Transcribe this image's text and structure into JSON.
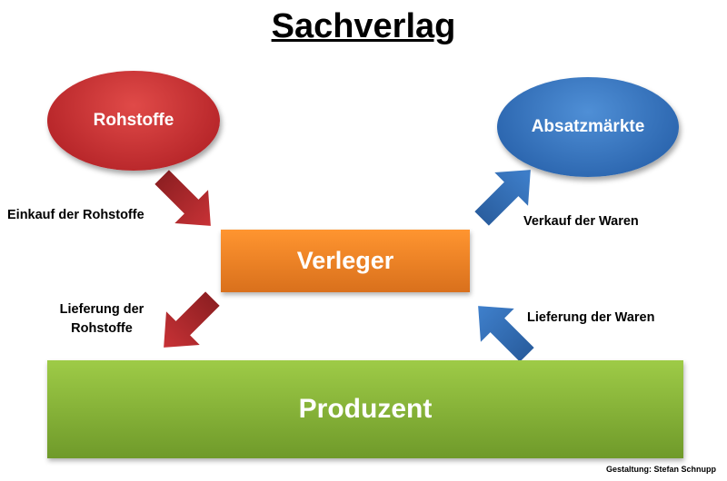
{
  "title": "Sachverlag",
  "nodes": {
    "rohstoffe": "Rohstoffe",
    "absatzmaerkte": "Absatzmärkte",
    "verleger": "Verleger",
    "produzent": "Produzent"
  },
  "labels": {
    "einkauf": "Einkauf der Rohstoffe",
    "lieferung_rohstoffe_1": "Lieferung der",
    "lieferung_rohstoffe_2": "Rohstoffe",
    "verkauf": "Verkauf der Waren",
    "lieferung_waren": "Lieferung der Waren"
  },
  "credit": "Gestaltung: Stefan Schnupp",
  "colors": {
    "red": "#b52428",
    "blue": "#2a64ad",
    "orange": "#f0842a",
    "green": "#8dbb3e"
  }
}
